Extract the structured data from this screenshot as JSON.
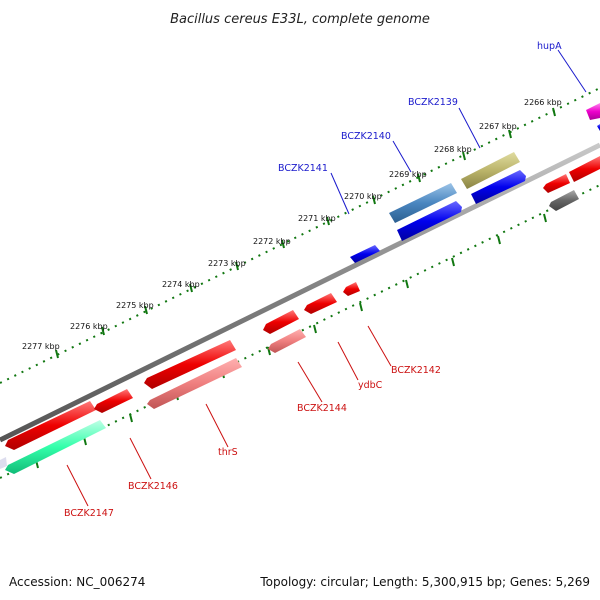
{
  "title": "Bacillus cereus E33L, complete genome",
  "footer": {
    "accession": "Accession: NC_006274",
    "summary": "Topology: circular; Length: 5,300,915 bp; Genes: 5,269"
  },
  "kbp_ticks": [
    "2266 kbp",
    "2267 kbp",
    "2268 kbp",
    "2269 kbp",
    "2270 kbp",
    "2271 kbp",
    "2272 kbp",
    "2273 kbp",
    "2274 kbp",
    "2275 kbp",
    "2276 kbp",
    "2277 kbp"
  ],
  "gene_labels": {
    "hupA": "hupA",
    "BCZK2139": "BCZK2139",
    "BCZK2140": "BCZK2140",
    "BCZK2141": "BCZK2141",
    "BCZK2142": "BCZK2142",
    "ydbC": "ydbC",
    "BCZK2144": "BCZK2144",
    "thrS": "thrS",
    "BCZK2146": "BCZK2146",
    "BCZK2147": "BCZK2147"
  },
  "colors": {
    "forward_cds": "#0000dd",
    "reverse_cds": "#ee0000",
    "backbone": "#777777",
    "tick_ring": "#117711",
    "label_forward": "#1a1acc",
    "label_reverse": "#cc1111"
  }
}
